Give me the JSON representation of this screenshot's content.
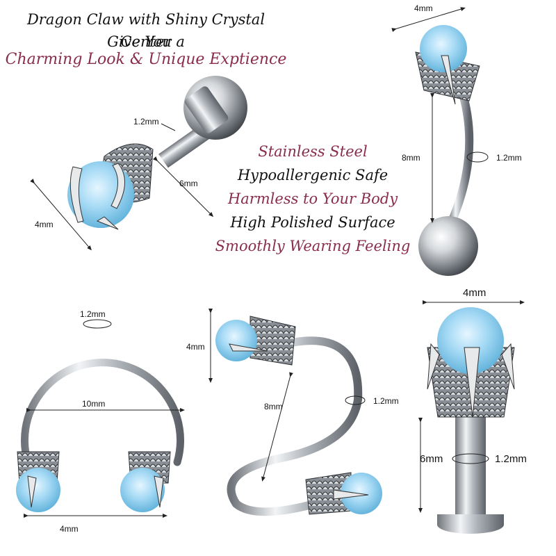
{
  "headline": {
    "line1": "Dragon Claw with Shiny Crystal Center",
    "line2": "Give You a",
    "line3": "Charming Look & Unique Exptience"
  },
  "features": [
    "Stainless Steel",
    "Hypoallergenic Safe",
    "Harmless to Your Body",
    "High Polished Surface",
    "Smoothly Wearing Feeling"
  ],
  "colors": {
    "text_dark": "#111111",
    "text_accent": "#8a2c4e",
    "steel": "#c9ccd0",
    "crystal": "#8fd0f2"
  },
  "dimensions": {
    "barbell_gauge": "1.2mm",
    "barbell_length": "6mm",
    "barbell_ball": "4mm",
    "curved_ball": "4mm",
    "curved_length": "8mm",
    "curved_gauge": "1.2mm",
    "horseshoe_gauge": "1.2mm",
    "horseshoe_diameter": "10mm",
    "horseshoe_ball": "4mm",
    "spiral_ball": "4mm",
    "spiral_length": "8mm",
    "spiral_gauge": "1.2mm",
    "labret_ball": "4mm",
    "labret_length": "6mm",
    "labret_gauge": "1.2mm"
  }
}
